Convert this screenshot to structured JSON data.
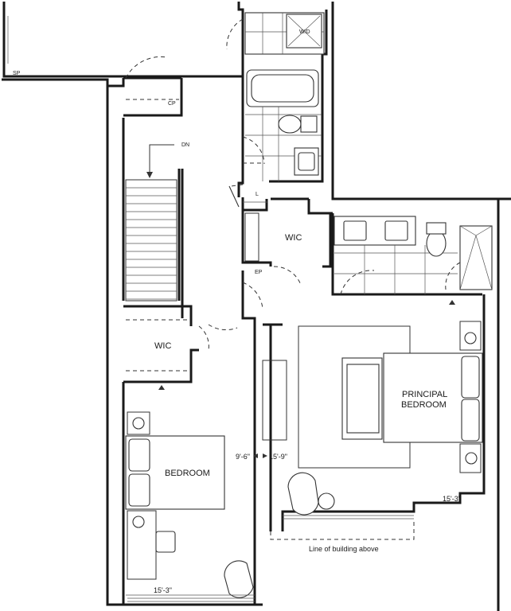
{
  "labels": {
    "wd": "W/D",
    "sp": "SP",
    "cp": "CP",
    "dn": "DN",
    "l": "L",
    "ep": "EP",
    "wic_upper": "WIC",
    "wic_lower": "WIC",
    "principal_line1": "PRINCIPAL",
    "principal_line2": "BEDROOM",
    "bedroom": "BEDROOM"
  },
  "dimensions": {
    "bedroom_width_bottom": "15'-3\"",
    "bedroom_width_side": "9'-6\"",
    "principal_depth": "15'-9\"",
    "principal_width": "15'-3\""
  },
  "notes": {
    "line_of_building": "Line of building above"
  },
  "colors": {
    "wall": "#1a1a1a",
    "line": "#333333",
    "background": "#ffffff"
  }
}
